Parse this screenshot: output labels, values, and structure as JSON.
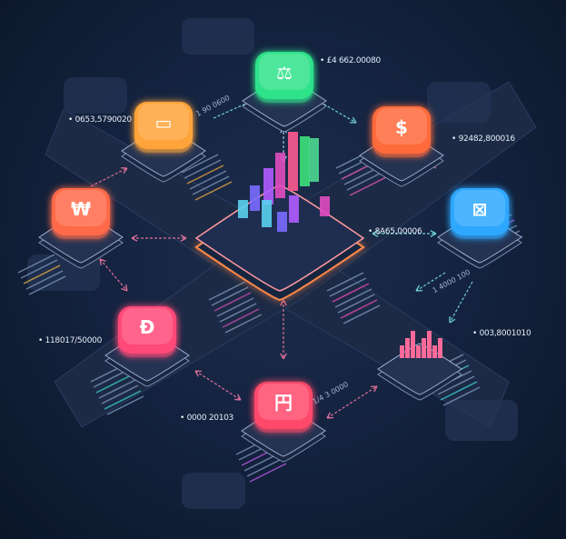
{
  "colors": {
    "background": "#142340",
    "arrow_pink": "#e0709a",
    "arrow_teal": "#6fd0d8",
    "center_glow": "#ff8a4a"
  },
  "center": {
    "icon": "bar-chart-icon",
    "bar_colors": [
      "#5ad0f0",
      "#7a6cff",
      "#b05cff",
      "#e04cc0",
      "#ff5a90",
      "#3ee07a",
      "#4cd890"
    ]
  },
  "nodes": [
    {
      "id": "green",
      "icon": "scales-icon",
      "glyph": "⚖",
      "color": "#2fe28a",
      "label": "£4 662.00080"
    },
    {
      "id": "orange",
      "icon": "card-icon",
      "glyph": "▭",
      "color": "#ffa43a",
      "label": "0653,5790020"
    },
    {
      "id": "red-right",
      "icon": "dollar-coin-icon",
      "glyph": "$",
      "color": "#ff6a3a",
      "label": "92482,800016"
    },
    {
      "id": "red-left",
      "icon": "coin-icon",
      "glyph": "₩",
      "color": "#ff6a4a"
    },
    {
      "id": "blue",
      "icon": "box-icon",
      "glyph": "⊠",
      "color": "#2fa8ff",
      "label": "8A65,00006"
    },
    {
      "id": "pink-left",
      "icon": "bitcoin-icon",
      "glyph": "Ð",
      "color": "#ff4a78",
      "label": "118017/50000"
    },
    {
      "id": "pink-bottom",
      "icon": "yen-icon",
      "glyph": "円",
      "color": "#ff4a6a",
      "label": "0000 20103"
    },
    {
      "id": "chart-small",
      "icon": "mini-bar-chart-icon",
      "glyph": "",
      "color": "#ff6a9a",
      "label": "003,8001010"
    }
  ],
  "small_labels": [
    "1 90 0600",
    "1 4000 100",
    "1/4 3 0000"
  ]
}
